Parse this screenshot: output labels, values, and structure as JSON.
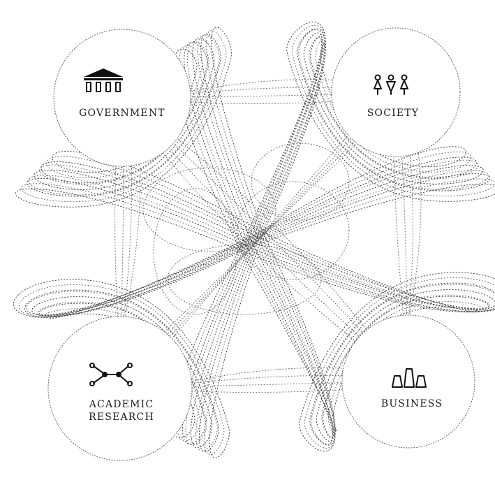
{
  "nodes": {
    "government": {
      "label": "GOVERNMENT",
      "icon": "government-building-icon"
    },
    "society": {
      "label": "SOCIETY",
      "icon": "people-icon"
    },
    "academic": {
      "label_line1": "ACADEMIC",
      "label_line2": "RESEARCH",
      "icon": "network-molecule-icon"
    },
    "business": {
      "label": "BUSINESS",
      "icon": "buildings-icon"
    }
  },
  "colors": {
    "background": "#ffffff",
    "line": "#3a3a3a",
    "text": "#1a1a1a"
  }
}
